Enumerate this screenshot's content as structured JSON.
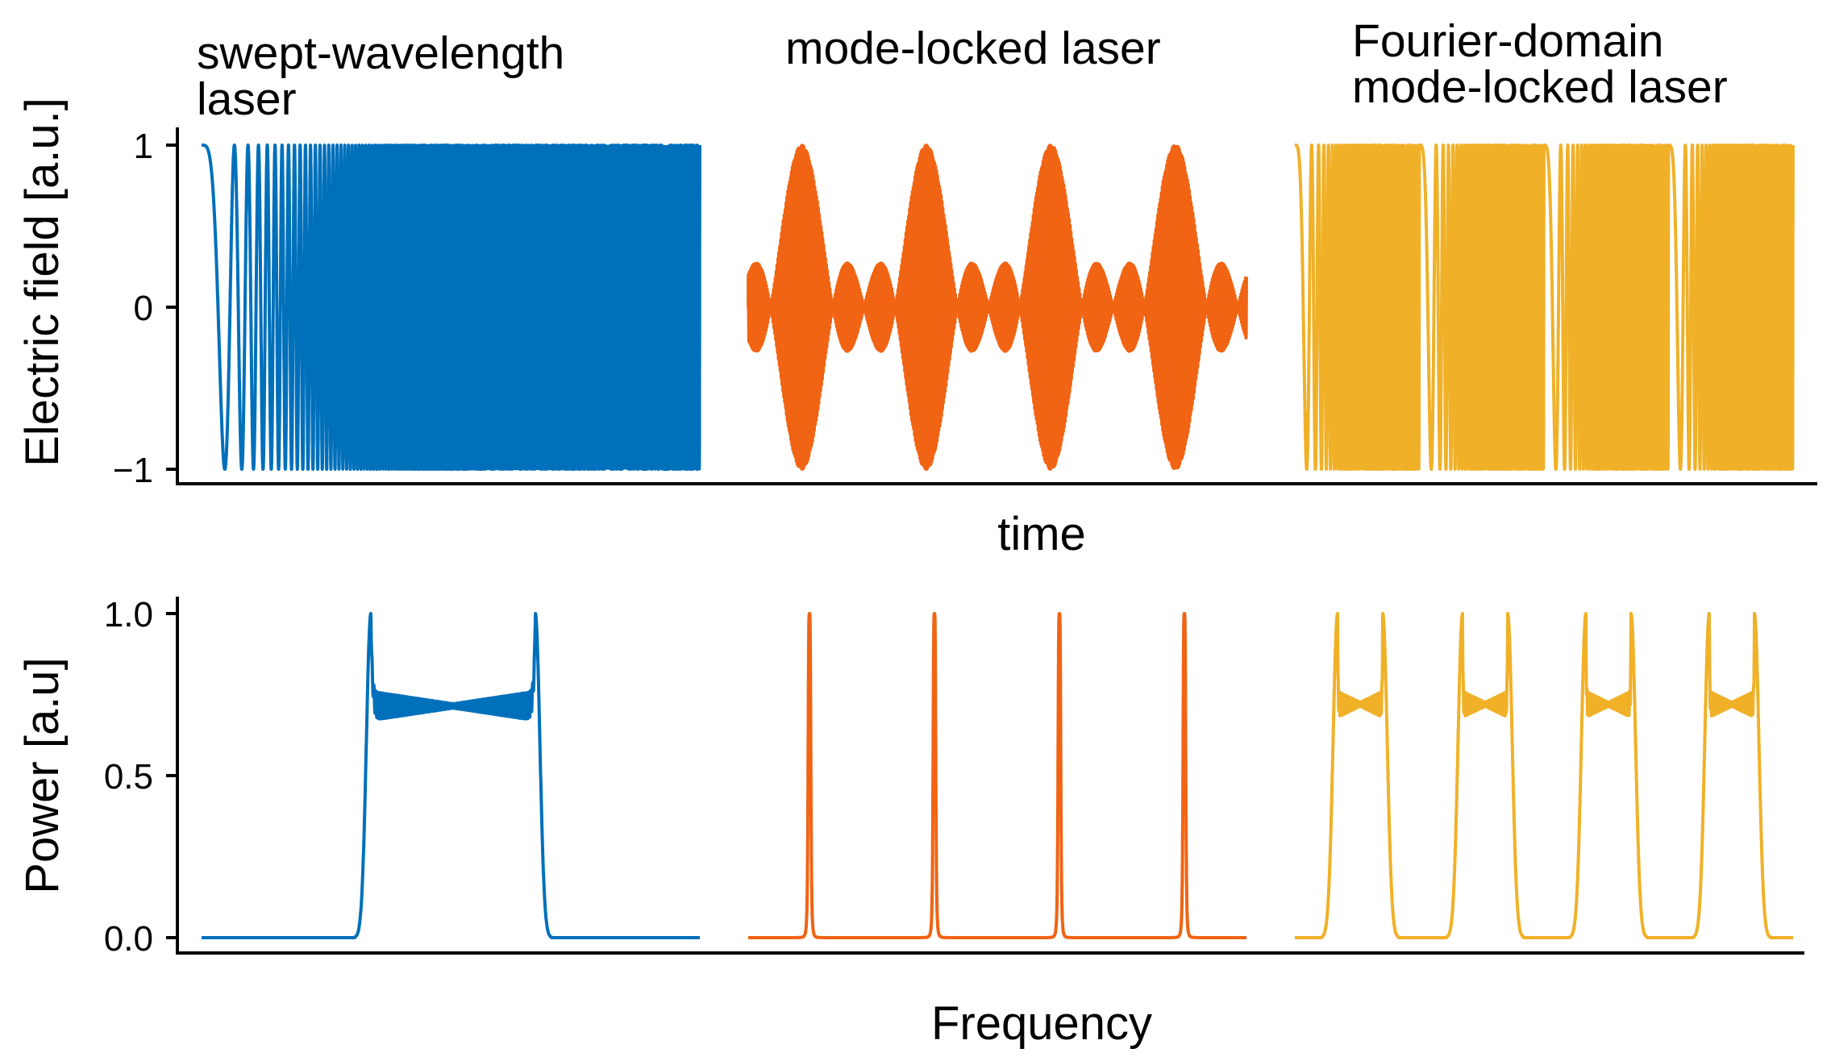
{
  "chart_data": [
    {
      "type": "line",
      "panel": "top",
      "xlabel": "time",
      "ylabel": "Electric field [a.u.]",
      "ylim": [
        -1,
        1
      ],
      "yticks": [
        {
          "value": 1,
          "label": "1"
        },
        {
          "value": 0,
          "label": "0"
        },
        {
          "value": -1,
          "label": "−1"
        }
      ],
      "grid": false,
      "series": [
        {
          "name": "swept-wavelength laser",
          "title_lines": [
            "swept-wavelength",
            "laser"
          ],
          "color": "#0070BB",
          "shape": "linear chirp: single slow oscillation at start, frequency increasing continuously to a dense fill",
          "amplitude": 1
        },
        {
          "name": "mode-locked laser",
          "title_lines": [
            "mode-locked laser"
          ],
          "color": "#F06414",
          "shape": "carrier under a periodic sinc-like envelope: 4 main pulses reaching ±1, small side lobes between",
          "amplitude": 1,
          "pulse_count": 4,
          "side_lobe_amplitude": 0.25
        },
        {
          "name": "Fourier-domain mode-locked laser",
          "title_lines": [
            "Fourier-domain",
            "mode-locked laser"
          ],
          "color": "#F0B128",
          "shape": "periodic chirp repeated 4 times: each period starts with a slow oscillation then densifies",
          "amplitude": 1,
          "period_count": 4
        }
      ]
    },
    {
      "type": "line",
      "panel": "bottom",
      "xlabel": "Frequency",
      "ylabel": "Power [a.u]",
      "ylim": [
        0,
        1
      ],
      "yticks": [
        {
          "value": 1.0,
          "label": "1.0"
        },
        {
          "value": 0.5,
          "label": "0.5"
        },
        {
          "value": 0.0,
          "label": "0.0"
        }
      ],
      "grid": false,
      "series": [
        {
          "name": "swept-wavelength laser",
          "color": "#0070BB",
          "shape": "single flat-top spectrum with edge peaks reaching 1.0 and a ripple band between 0.67 and 0.76",
          "baseline": 0.0,
          "edge_peak": 1.0,
          "plateau_band": [
            0.67,
            0.76
          ]
        },
        {
          "name": "mode-locked laser",
          "color": "#F06414",
          "shape": "4 narrow spectral lines reaching 1.0",
          "baseline": 0.0,
          "line_count": 4,
          "peak": 1.0
        },
        {
          "name": "Fourier-domain mode-locked laser",
          "color": "#F0B128",
          "shape": "4 narrow flat-top lobes with edge peaks reaching 1.0 and a ripple band between 0.68 and 0.76",
          "baseline": 0.0,
          "lobe_count": 4,
          "edge_peak": 1.0,
          "plateau_band": [
            0.68,
            0.76
          ]
        }
      ]
    }
  ]
}
